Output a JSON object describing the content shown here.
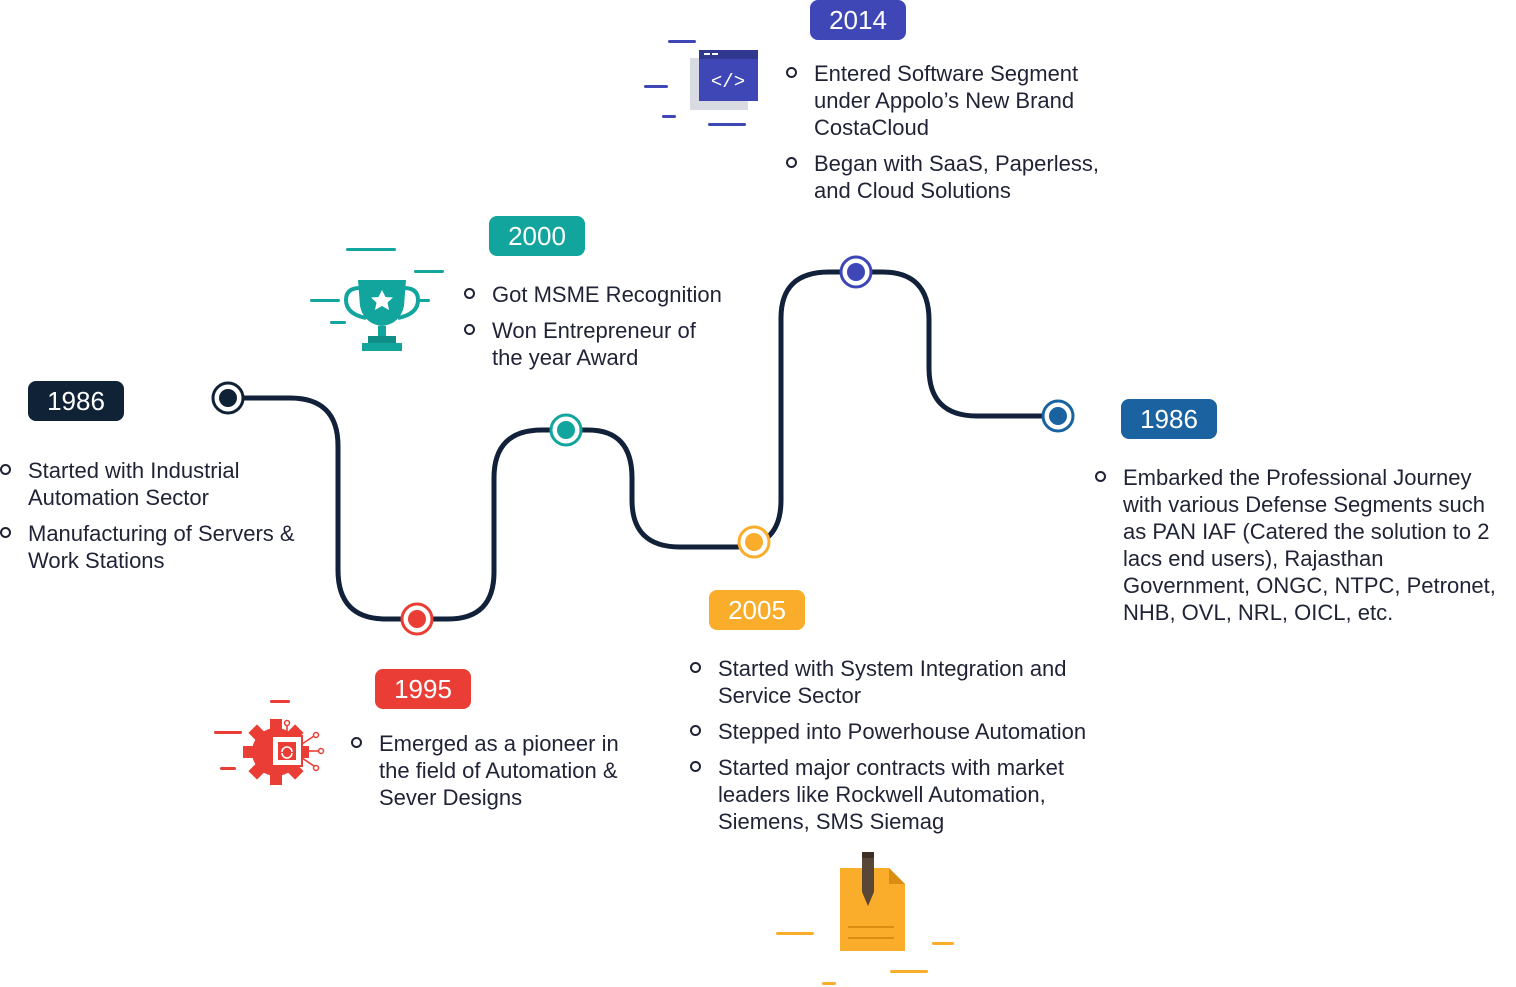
{
  "colors": {
    "path": "#12213a",
    "dark": "#0f2236",
    "red": "#ea3d35",
    "teal": "#12a59d",
    "orange": "#f9ad2a",
    "indigo": "#3e47b5",
    "blue": "#1b62a1",
    "icon_grey": "#d9dbe3"
  },
  "milestones": [
    {
      "id": "m1",
      "year": "1986",
      "color_key": "dark",
      "items": [
        "Started with Industrial Automation Sector",
        "Manufacturing of Servers & Work Stations"
      ]
    },
    {
      "id": "m2",
      "year": "1995",
      "color_key": "red",
      "icon": "gear-chip-icon",
      "items": [
        "Emerged as a pioneer in the field of Automation & Sever Designs"
      ]
    },
    {
      "id": "m3",
      "year": "2000",
      "color_key": "teal",
      "icon": "trophy-icon",
      "items": [
        "Got MSME Recognition",
        "Won Entrepreneur of the year Award"
      ]
    },
    {
      "id": "m4",
      "year": "2005",
      "color_key": "orange",
      "icon": "document-pencil-icon",
      "items": [
        "Started with System Integration and Service Sector",
        "Stepped into Powerhouse Automation",
        "Started major contracts with market leaders like Rockwell Automation, Siemens, SMS Siemag"
      ]
    },
    {
      "id": "m5",
      "year": "2014",
      "color_key": "indigo",
      "icon": "code-window-icon",
      "items": [
        "Entered Software Segment under Appolo’s New Brand CostaCloud",
        "Began with SaaS, Paperless, and Cloud Solutions"
      ]
    },
    {
      "id": "m6",
      "year": "1986",
      "color_key": "blue",
      "items": [
        "Embarked the Professional Journey with various Defense Segments such as PAN IAF (Catered the solution to 2 lacs end users), Rajasthan Government, ONGC, NTPC, Petronet, NHB, OVL, NRL, OICL, etc."
      ]
    }
  ]
}
